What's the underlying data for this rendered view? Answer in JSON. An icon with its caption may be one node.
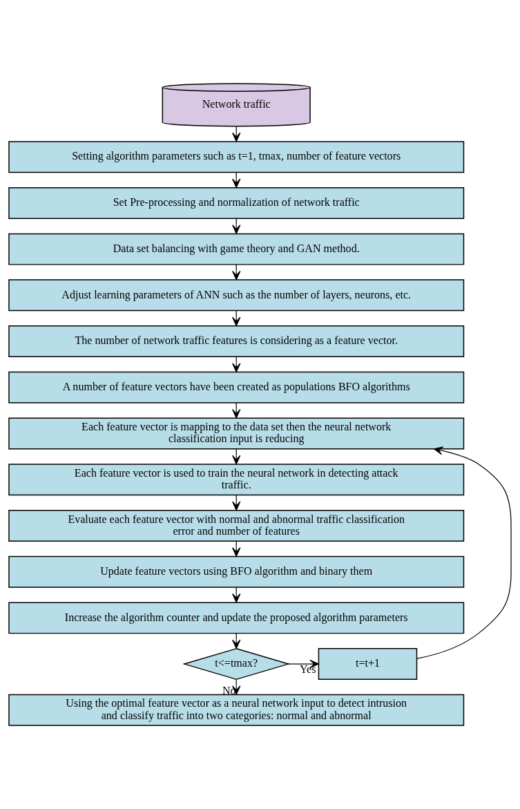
{
  "diagram": {
    "nodes": [
      {
        "text": [
          "Network traffic"
        ]
      },
      {
        "text": [
          "Setting algorithm parameters such as t=1, tmax, number of feature vectors"
        ]
      },
      {
        "text": [
          "Set Pre-processing and normalization of network traffic"
        ]
      },
      {
        "text": [
          "Data set balancing with game theory and GAN method."
        ]
      },
      {
        "text": [
          "Adjust learning parameters of ANN such as the number of layers, neurons, etc."
        ]
      },
      {
        "text": [
          "The number of network traffic features is considering as a feature vector."
        ]
      },
      {
        "text": [
          "A number of feature vectors have been created as populations BFO algorithms"
        ]
      },
      {
        "text": [
          "Each feature vector is mapping to the data set then the neural network classification input is reducing"
        ]
      },
      {
        "text": [
          "Each feature vector is used to train the neural network in detecting attack traffic."
        ]
      },
      {
        "text": [
          "Evaluate each feature vector with normal and abnormal traffic classification error and number of features"
        ]
      },
      {
        "text": [
          "Update feature vectors using BFO algorithm and binary them"
        ]
      },
      {
        "text": [
          "Increase the algorithm counter and update the proposed algorithm parameters"
        ]
      },
      {
        "text": [
          "t<=tmax?"
        ]
      },
      {
        "text": [
          "t=t+1"
        ]
      },
      {
        "text": [
          "Using the optimal feature vector as a neural network input to detect intrusion and classify traffic into two categories: normal and abnormal"
        ]
      }
    ],
    "edges": [
      {
        "from": 0,
        "to": 1,
        "arrow": "to"
      },
      {
        "from": 1,
        "to": 2,
        "arrow": "to"
      },
      {
        "from": 2,
        "to": 3,
        "arrow": "to"
      },
      {
        "from": 3,
        "to": 4,
        "arrow": "to"
      },
      {
        "from": 4,
        "to": 5,
        "arrow": "to"
      },
      {
        "from": 5,
        "to": 6,
        "arrow": "to"
      },
      {
        "from": 6,
        "to": 7,
        "arrow": "to"
      },
      {
        "from": 7,
        "to": 8,
        "arrow": "to"
      },
      {
        "from": 8,
        "to": 9,
        "arrow": "to"
      },
      {
        "from": 9,
        "to": 10,
        "arrow": "to"
      },
      {
        "from": 10,
        "to": 11,
        "arrow": "to"
      },
      {
        "from": 11,
        "to": 12,
        "arrow": "to"
      },
      {
        "from": 12,
        "to": 13,
        "arrow": "to",
        "label": "Yes"
      },
      {
        "from": 13,
        "to": 7,
        "arrow": "to"
      },
      {
        "from": 12,
        "to": 14,
        "arrow": "to",
        "label": "No"
      }
    ]
  }
}
